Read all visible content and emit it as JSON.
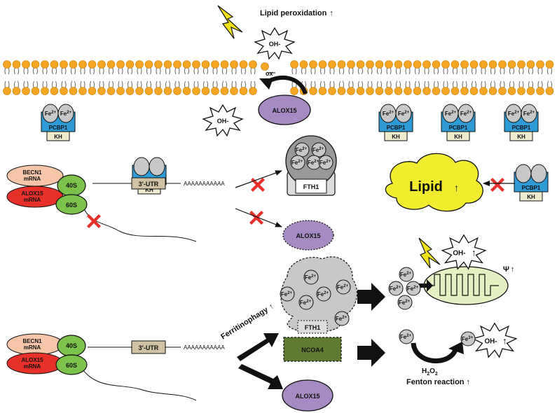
{
  "labels": {
    "lipid_peroxidation": "Lipid peroxidation",
    "oh": "OH-",
    "ox": "ox",
    "alox15": "ALOX15",
    "pcbp1": "PCBP1",
    "kh": "KH",
    "fe2": "Fe",
    "fe2_sup": "2+",
    "fe3_sup": "3+",
    "becn1": "BECN1",
    "alox15_gene": "ALOX15",
    "mrna": "mRNA",
    "s40": "40S",
    "s60": "60S",
    "utr": "3'-UTR",
    "polya": "AAAAAAAAAAA",
    "fth1": "FTH1",
    "lipid": "Lipid",
    "psi": "Ψ",
    "ferritinophagy": "Ferritinophagy",
    "ncoa4": "NCOA4",
    "h2o2_h": "H",
    "h2o2_2": "2",
    "h2o2_o": "O",
    "fenton": "Fenton reaction",
    "up_arrow": "↑"
  },
  "colors": {
    "lipid_head": "#F5A623",
    "alox15_fill": "#A58BC2",
    "pcbp1_fill": "#2E9BD6",
    "kh_fill": "#EEEBCF",
    "iron_fill": "#C8C8C8",
    "ribo_fill": "#7DC24B",
    "becn1_fill": "#F7C5A8",
    "alox15_mrna_fill": "#E8302A",
    "utr_fill": "#CFC3A3",
    "ncoa4_fill": "#5F7A33",
    "lipid_cloud": "#F2EC2E",
    "mito_fill": "#E4EFC2",
    "block_x": "#E8302A",
    "lightning": "#F1E21A"
  }
}
